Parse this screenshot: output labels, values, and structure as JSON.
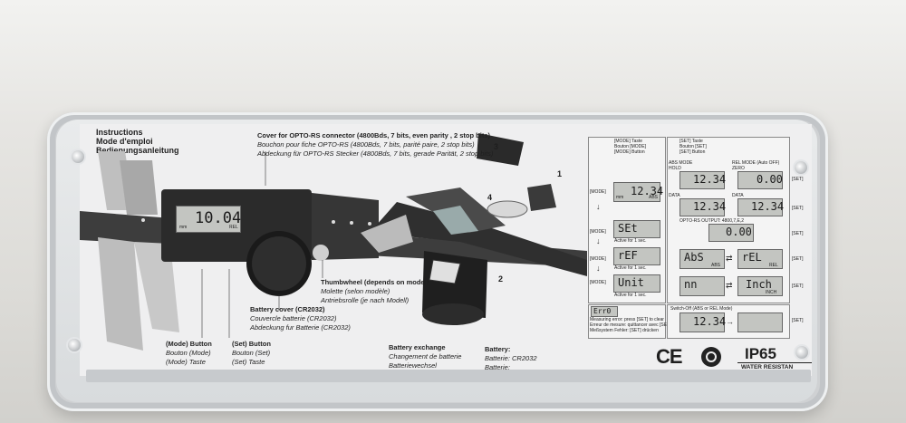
{
  "header": {
    "title1": "Instructions",
    "title2": "Mode d'emploi",
    "title3": "Bedienungsanleitung"
  },
  "caliper": {
    "display": "10.04",
    "mm": "mm",
    "rel": "REL"
  },
  "cover": {
    "en": "Cover for OPTO-RS connector (4800Bds, 7 bits, even parity , 2 stop bits)",
    "fr": "Bouchon pour fiche OPTO-RS (4800Bds, 7 bits, parité paire, 2 stop bits)",
    "de": "Abdeckung für OPTO-RS Stecker (4800Bds, 7 bits, gerade Parität, 2 stop bits)"
  },
  "steps": {
    "s1": "1",
    "s2": "2",
    "s3": "3",
    "s4": "4"
  },
  "thumbwheel": {
    "en": "Thumbwheel (depends on model)",
    "fr": "Molette (selon modèle)",
    "de": "Antriebsrolle (je nach Modell)"
  },
  "battery_cover": {
    "en": "Battery cover (CR2032)",
    "fr": "Couvercle batterie (CR2032)",
    "de": "Abdeckung fur Batterie (CR2032)"
  },
  "mode_button": {
    "en": "(Mode) Button",
    "fr": "Bouton (Mode)",
    "de": "(Mode) Taste"
  },
  "set_button": {
    "en": "(Set) Button",
    "fr": "Bouton (Set)",
    "de": "(Set) Taste"
  },
  "battery_exchange": {
    "en": "Battery exchange",
    "fr": "Changement de batterie",
    "de": "Batteriewechsel"
  },
  "battery": {
    "en": "Battery:",
    "fr": "Batterie: CR2032",
    "de": "Batterie:"
  },
  "mode_col": {
    "header": [
      "[MODE] Taste",
      "Bouton [MODE]",
      "[MODE] Button"
    ],
    "label": "[MODE]",
    "lcd1": "12.34",
    "lcd1_unit": "mm",
    "lcd1_tag": "ABS",
    "lcd2": "SEt",
    "lcd2_note": "Active for 1 sec.",
    "lcd3": "rEF",
    "lcd3_note": "Active for 1 sec.",
    "lcd4": "Unit",
    "lcd4_note": "Active for 1 sec."
  },
  "set_col": {
    "header": [
      "[SET] Taste",
      "Bouton [SET]",
      "[SET] Button"
    ],
    "abs_mode": "ABS MODE",
    "rel_mode": "REL MODE (Auto OFF)",
    "hold": "HOLD",
    "zero": "ZERO",
    "data": "DATA",
    "lcd_hold": "12.34",
    "lcd_zero": "0.00",
    "lcd_data1": "12.34",
    "lcd_data2": "12.34",
    "opto": "OPTO-RS OUTPUT: 4800,7,E,2",
    "lcd_mid": "0.00",
    "abs": "AbS",
    "rel": "rEL",
    "mm": "nn",
    "inch": "Inch",
    "abs_tag": "ABS",
    "rel_tag": "REL",
    "inch_tag": "INCH",
    "set_label": "[SET]"
  },
  "error": {
    "lcd": "Err0",
    "lines": [
      "Measuring error: press [SET] to clear",
      "Erreur de mesure: quittancer avec [SET]",
      "Meßsystem Fehler: [SET] drücken"
    ]
  },
  "switch_off": {
    "label": "Switch-Off (ABS or REL Mode)",
    "lcd": "12.34"
  },
  "marks": {
    "ce": "CE",
    "ip": "IP65",
    "water": "WATER RESISTAN"
  }
}
